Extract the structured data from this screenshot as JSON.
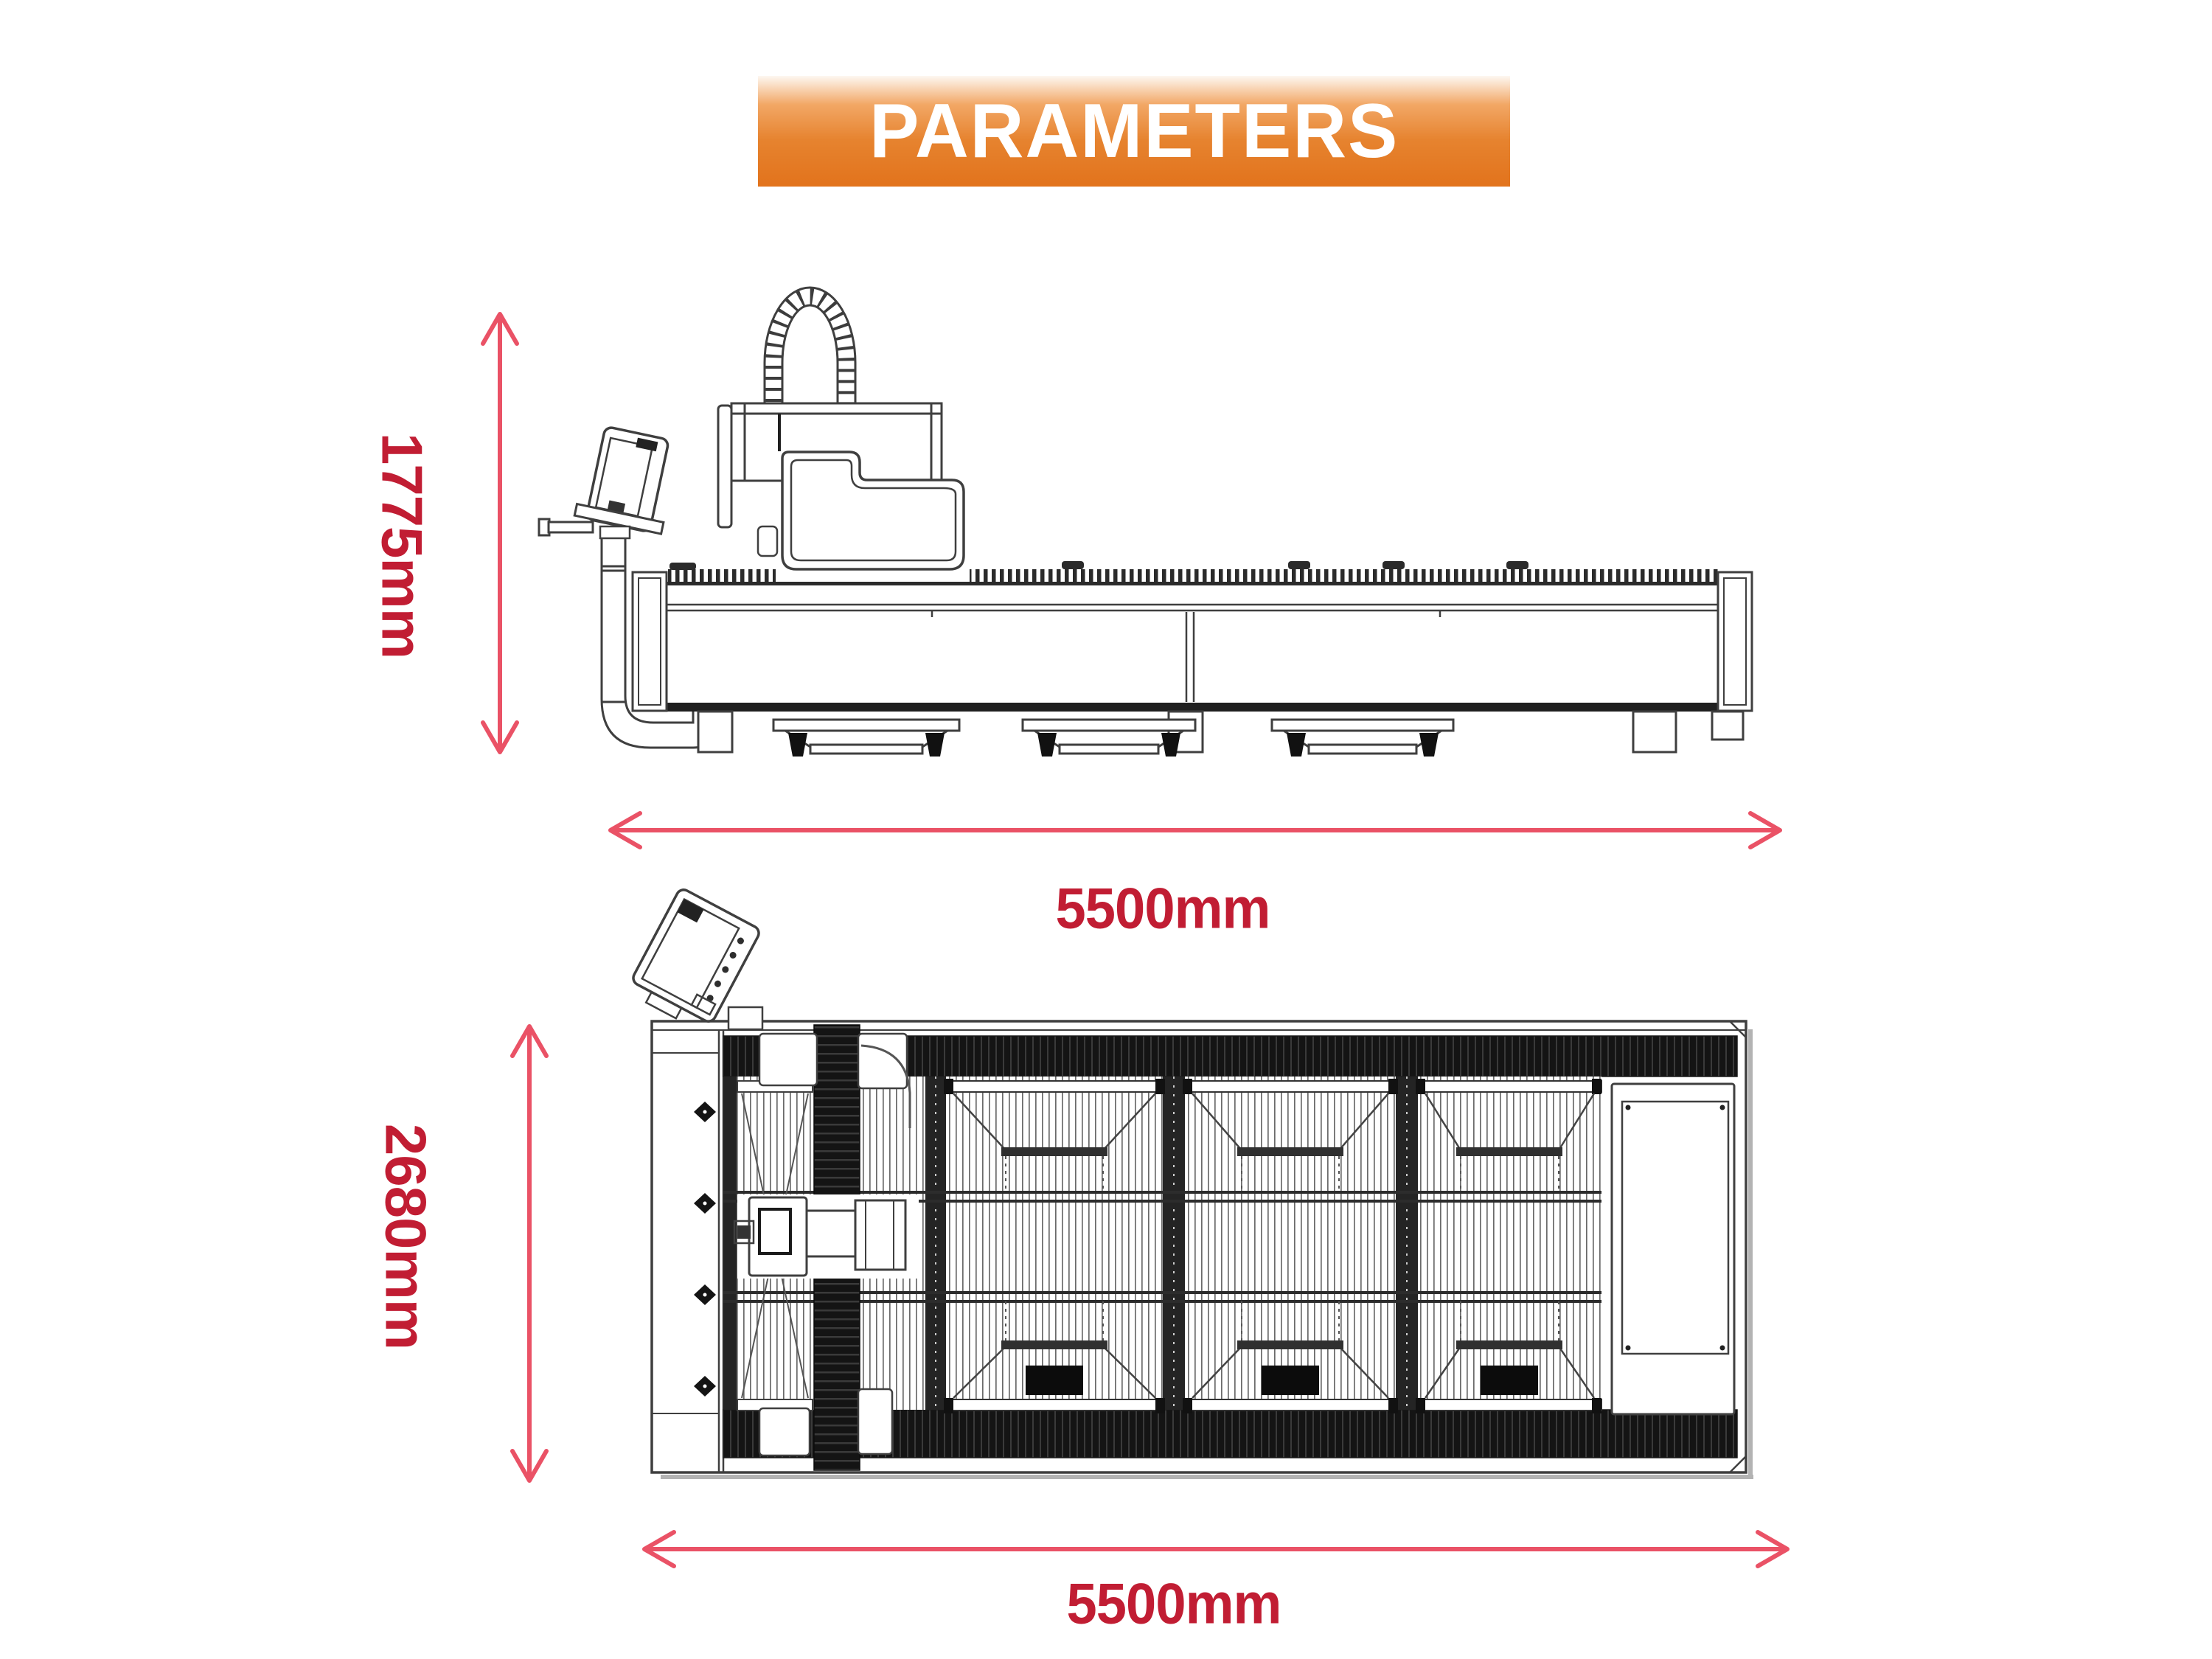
{
  "banner": {
    "title": "PARAMETERS"
  },
  "dimensions": {
    "side_view_height": "1775mm",
    "side_view_width": "5500mm",
    "top_view_depth": "2680mm",
    "top_view_width": "5500mm"
  },
  "drawings": {
    "side_view": "machine side elevation drawing",
    "top_view": "machine top plan drawing"
  },
  "colors": {
    "banner_grad_1": "#fdf7f1",
    "banner_grad_2": "#f2a765",
    "banner_grad_3": "#e6832f",
    "banner_grad_4": "#e2731c",
    "banner_text": "#ffffff",
    "dimension_text": "#c11d33",
    "arrow": "#ea5266"
  }
}
